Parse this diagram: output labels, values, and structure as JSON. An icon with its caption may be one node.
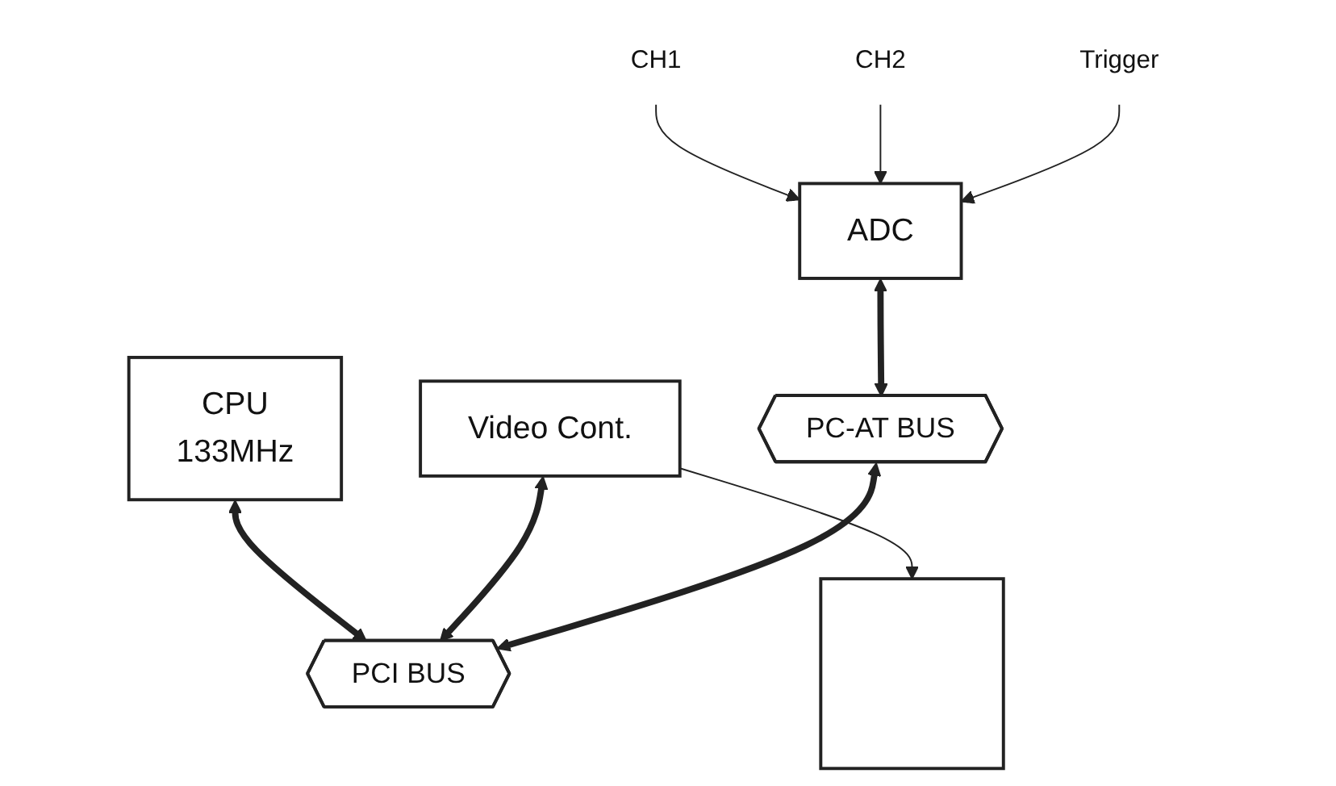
{
  "diagram": {
    "nodes": [
      {
        "text": [],
        "shape": "box"
      },
      {
        "text": [
          "CPU",
          "133MHz"
        ]
      },
      {
        "text": [
          "Video Cont."
        ]
      },
      {
        "text": [
          "CH1"
        ]
      },
      {
        "text": [
          "CH2"
        ]
      },
      {
        "text": [
          "ADC"
        ]
      },
      {
        "text": [
          "Trigger"
        ]
      },
      {
        "text": [
          "PCI  BUS"
        ]
      },
      {
        "text": [
          "PC-AT BUS"
        ]
      }
    ],
    "edges": [
      {
        "from": 2,
        "to": 0,
        "arrow": "to"
      },
      {
        "from": 1,
        "to": 7,
        "arrow": "both",
        "style": "thick"
      },
      {
        "from": 2,
        "to": 7,
        "arrow": "both",
        "style": "thick"
      },
      {
        "from": 3,
        "to": 5,
        "arrow": "to"
      },
      {
        "from": 4,
        "to": 5,
        "arrow": "to"
      },
      {
        "from": 6,
        "to": 5,
        "arrow": "to"
      },
      {
        "from": 5,
        "to": 8,
        "arrow": "both",
        "style": "thick"
      },
      {
        "from": 8,
        "to": 7,
        "arrow": "both",
        "style": "thick"
      }
    ]
  }
}
